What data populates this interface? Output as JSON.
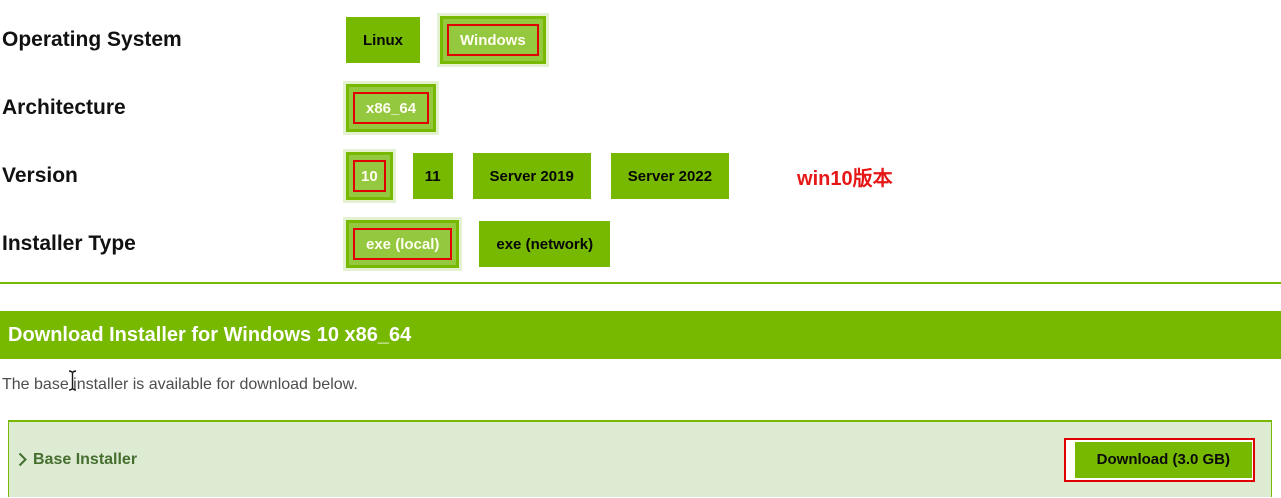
{
  "selectors": {
    "rows": [
      {
        "label": "Operating System",
        "options": [
          {
            "label": "Linux",
            "selected": false
          },
          {
            "label": "Windows",
            "selected": true,
            "annotated": true
          }
        ]
      },
      {
        "label": "Architecture",
        "options": [
          {
            "label": "x86_64",
            "selected": true,
            "annotated": true
          }
        ]
      },
      {
        "label": "Version",
        "options": [
          {
            "label": "10",
            "selected": true,
            "annotated": true
          },
          {
            "label": "11",
            "selected": false
          },
          {
            "label": "Server 2019",
            "selected": false
          },
          {
            "label": "Server 2022",
            "selected": false
          }
        ],
        "note": "win10版本"
      },
      {
        "label": "Installer Type",
        "options": [
          {
            "label": "exe (local)",
            "selected": true,
            "annotated": true
          },
          {
            "label": "exe (network)",
            "selected": false
          }
        ]
      }
    ]
  },
  "results": {
    "header": "Download Installer for Windows 10 x86_64",
    "description": "The base installer is available for download below.",
    "base_installer": {
      "label": "Base Installer",
      "download_label": "Download (3.0 GB)"
    }
  },
  "colors": {
    "brand_green": "#76b900",
    "selected_green": "#94c83e",
    "selected_glow": "#e3f1d0",
    "annotation_red": "#e00000",
    "panel_background": "#dcebd2",
    "base_installer_text": "#456e2f",
    "header_text": "#ffffff"
  }
}
